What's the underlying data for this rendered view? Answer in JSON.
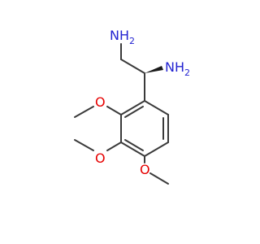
{
  "molecule": {
    "atoms": {
      "n1": {
        "label": "NH",
        "sub": "2",
        "color": "#2323d1"
      },
      "n2": {
        "label": "NH",
        "sub": "2",
        "color": "#2323d1"
      },
      "o1": {
        "label": "O",
        "color": "#e60000"
      },
      "o2": {
        "label": "O",
        "color": "#e60000"
      },
      "o3": {
        "label": "O",
        "color": "#e60000"
      }
    },
    "stereo": "wedge",
    "bond_color": "#3a3a3a"
  }
}
